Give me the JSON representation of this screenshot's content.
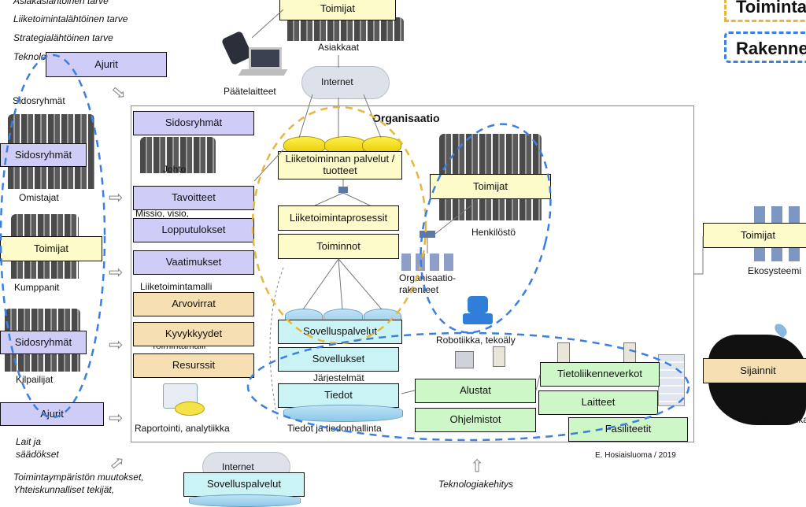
{
  "top_left_labels": [
    "Asiakaslähtöinen tarve",
    "Liiketoimintalähtöinen tarve",
    "Strategialähtöinen tarve",
    "Teknologialähtöinen tarve"
  ],
  "legend": {
    "toimintamalli": "Toimintamalli",
    "rakenne": "Rakenne"
  },
  "top": {
    "toimijat": "Toimijat",
    "asiakkaat": "Asiakkaat",
    "internet": "Internet",
    "paatelaitteet": "Päätelaitteet"
  },
  "left": {
    "ajurit_top": "Ajurit",
    "sidosryhmat_label": "Sidosryhmät",
    "sidosryhmat_box": "Sidosryhmät",
    "omistajat": "Omistajat",
    "toimijat_box": "Toimijat",
    "kumppanit": "Kumppanit",
    "sidosryhmat_box2": "Sidosryhmät",
    "kilpailijat": "Kilpailijat",
    "ajurit_bottom": "Ajurit",
    "lait": "Lait ja\nsäädökset",
    "toimintaymparisto": "Toimintaympäristön muutokset,\nYhteiskunnalliset tekijät,"
  },
  "org": {
    "title": "Organisaatio",
    "sidosryhmat": "Sidosryhmät",
    "johto": "Johto",
    "tavoitteet": "Tavoitteet",
    "missio": "Missio, visio,",
    "lopputulokset": "Lopputulokset",
    "vaatimukset": "Vaatimukset",
    "liiketoimintamalli": "Liiketoimintamalli",
    "arvovirrat": "Arvovirrat",
    "kyvykkyydet": "Kyvykkyydet",
    "toimintamalli": "Toimintamalli",
    "resurssit": "Resurssit",
    "raportointi": "Raportointi, analytiikka",
    "lt_palvelut": "Liiketoiminnan palvelut / tuotteet",
    "lt_prosessit": "Liiketoimintaprosessit",
    "toiminnot": "Toiminnot",
    "sovelluspalvelut": "Sovelluspalvelut",
    "sovellukset": "Sovellukset",
    "jarjestelmat": "Järjestelmät",
    "tiedot": "Tiedot",
    "tiedonhallinta": "Tiedot ja tiedonhallinta",
    "toimijat": "Toimijat",
    "henkilosto": "Henkilöstö",
    "org_rakenteet": "Organisaatio-\nrakenteet",
    "robotiikka": "Robotiikka, tekoäly",
    "alustat": "Alustat",
    "ohjelmistot": "Ohjelmistot",
    "tietoliikenne": "Tietoliikenneverkot",
    "laitteet": "Laitteet",
    "fasiliteetit": "Fasiliteetit",
    "credit": "E. Hosiaisluoma / 2019"
  },
  "right": {
    "toimijat": "Toimijat",
    "ekosysteemi": "Ekosysteemi",
    "sijainnit": "Sijainnit",
    "sijaintipaikat": "Sijaintipaikat"
  },
  "bottom": {
    "internet": "Internet",
    "sovelluspalvelut": "Sovelluspalvelut",
    "teknologiakehitys": "Teknologiakehitys"
  },
  "colors": {
    "lavender": "#cfcdf7",
    "yellow": "#fdfbc9",
    "tan": "#f5dfb3",
    "cyan": "#c9f3f5",
    "green": "#cdf7c6",
    "blue_dash": "#3b7fe0",
    "orange_dash": "#e8b73a"
  }
}
